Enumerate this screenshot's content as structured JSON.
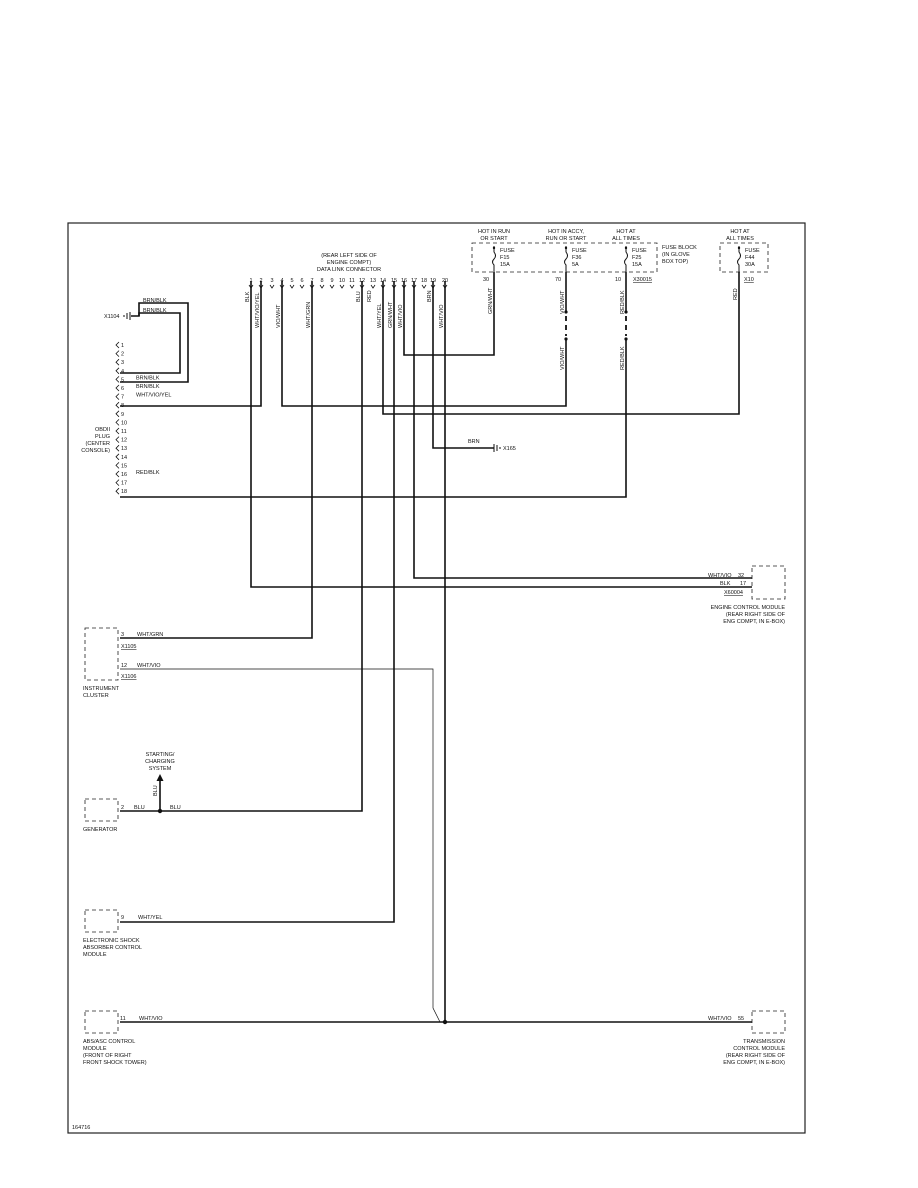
{
  "diagram_id": "164716",
  "data_link_connector": {
    "title": [
      "(REAR LEFT SIDE OF",
      "ENGINE COMPT)",
      "DATA LINK CONNECTOR"
    ],
    "pins": [
      "1",
      "2",
      "3",
      "4",
      "5",
      "6",
      "7",
      "8",
      "9",
      "10",
      "11",
      "12",
      "13",
      "14",
      "15",
      "16",
      "17",
      "18",
      "19",
      "20"
    ],
    "wires": [
      {
        "pin": 1,
        "color": "BLK"
      },
      {
        "pin": 2,
        "color": "WHT/VIO/YEL"
      },
      {
        "pin": 4,
        "color": "VIO/WHT"
      },
      {
        "pin": 7,
        "color": "WHT/GRN"
      },
      {
        "pin": 12,
        "color": "BLU"
      },
      {
        "pin": 13,
        "color": "RED"
      },
      {
        "pin": 14,
        "color": "WHT/YEL"
      },
      {
        "pin": 15,
        "color": "GRN/WHT"
      },
      {
        "pin": 16,
        "color": "WHT/VIO"
      },
      {
        "pin": 19,
        "color": "BRN"
      },
      {
        "pin": 20,
        "color": "WHT/VIO"
      }
    ]
  },
  "fuse_block": {
    "label": [
      "FUSE BLOCK",
      "(IN GLOVE",
      "BOX TOP)"
    ],
    "connector": "X30015",
    "fuses": [
      {
        "hot": [
          "HOT IN RUN",
          "OR START"
        ],
        "fuse": [
          "FUSE",
          "F15",
          "15A"
        ],
        "pin": "30",
        "wire": "GRN/WHT"
      },
      {
        "hot": [
          "HOT IN ACCY,",
          "RUN OR START"
        ],
        "fuse": [
          "FUSE",
          "F36",
          "5A"
        ],
        "pin": "70",
        "wire": "VIO/WHT"
      },
      {
        "hot": [
          "HOT AT",
          "ALL TIMES"
        ],
        "fuse": [
          "FUSE",
          "F25",
          "15A"
        ],
        "pin": "10",
        "wire": "RED/BLK"
      }
    ],
    "lower_wires": [
      "VIO/WHT",
      "RED/BLK"
    ]
  },
  "hot_fuse_f44": {
    "hot": [
      "HOT AT",
      "ALL TIMES"
    ],
    "fuse": [
      "FUSE",
      "F44",
      "30A"
    ],
    "connector": "X10",
    "wire": "RED"
  },
  "obd_plug": {
    "label": [
      "OBDII",
      "PLUG",
      "(CENTER",
      "CONSOLE)"
    ],
    "pins": [
      "1",
      "2",
      "3",
      "4",
      "5",
      "6",
      "7",
      "8",
      "9",
      "10",
      "11",
      "12",
      "13",
      "14",
      "15",
      "16",
      "17",
      "18"
    ],
    "wires": [
      {
        "pin": 5,
        "color": "BRN/BLK"
      },
      {
        "pin": 6,
        "color": "BRN/BLK"
      },
      {
        "pin": 7,
        "color": "WHT/VIO/YEL"
      },
      {
        "pin": 16,
        "color": "RED/BLK"
      }
    ]
  },
  "ground_x1104": {
    "label": "X1104",
    "wires": [
      "BRN/BLK",
      "BRN/BLK"
    ]
  },
  "ground_x165": {
    "label": "X165",
    "wire": "BRN"
  },
  "engine_control_module": {
    "label": [
      "ENGINE CONTROL MODULE",
      "(REAR RIGHT SIDE OF",
      "ENG COMPT, IN E-BOX)"
    ],
    "connector": "X60004",
    "wires": [
      {
        "pin": "32",
        "color": "WHT/VIO"
      },
      {
        "pin": "17",
        "color": "BLK"
      }
    ]
  },
  "instrument_cluster": {
    "label": [
      "INSTRUMENT",
      "CLUSTER"
    ],
    "wires": [
      {
        "pin": "3",
        "color": "WHT/GRN",
        "connector": "X1105"
      },
      {
        "pin": "12",
        "color": "WHT/VIO",
        "connector": "X1106"
      }
    ]
  },
  "generator": {
    "label": "GENERATOR",
    "pin": "2",
    "wire_left": "BLU",
    "wire_right": "BLU",
    "branch_wire": "BLU",
    "branch_label": [
      "STARTING/",
      "CHARGING",
      "SYSTEM"
    ]
  },
  "shock_module": {
    "label": [
      "ELECTRONIC SHOCK",
      "ABSORBER CONTROL",
      "MODULE"
    ],
    "pin": "9",
    "wire": "WHT/YEL"
  },
  "abs_module": {
    "label": [
      "ABS/ASC CONTROL",
      "MODULE",
      "(FRONT OF RIGHT",
      "FRONT SHOCK TOWER)"
    ],
    "pin": "11",
    "wire": "WHT/VIO"
  },
  "transmission_module": {
    "label": [
      "TRANSMISSION",
      "CONTROL MODULE",
      "(REAR RIGHT SIDE OF",
      "ENG COMPT, IN E-BOX)"
    ],
    "pin": "55",
    "wire": "WHT/VIO"
  }
}
